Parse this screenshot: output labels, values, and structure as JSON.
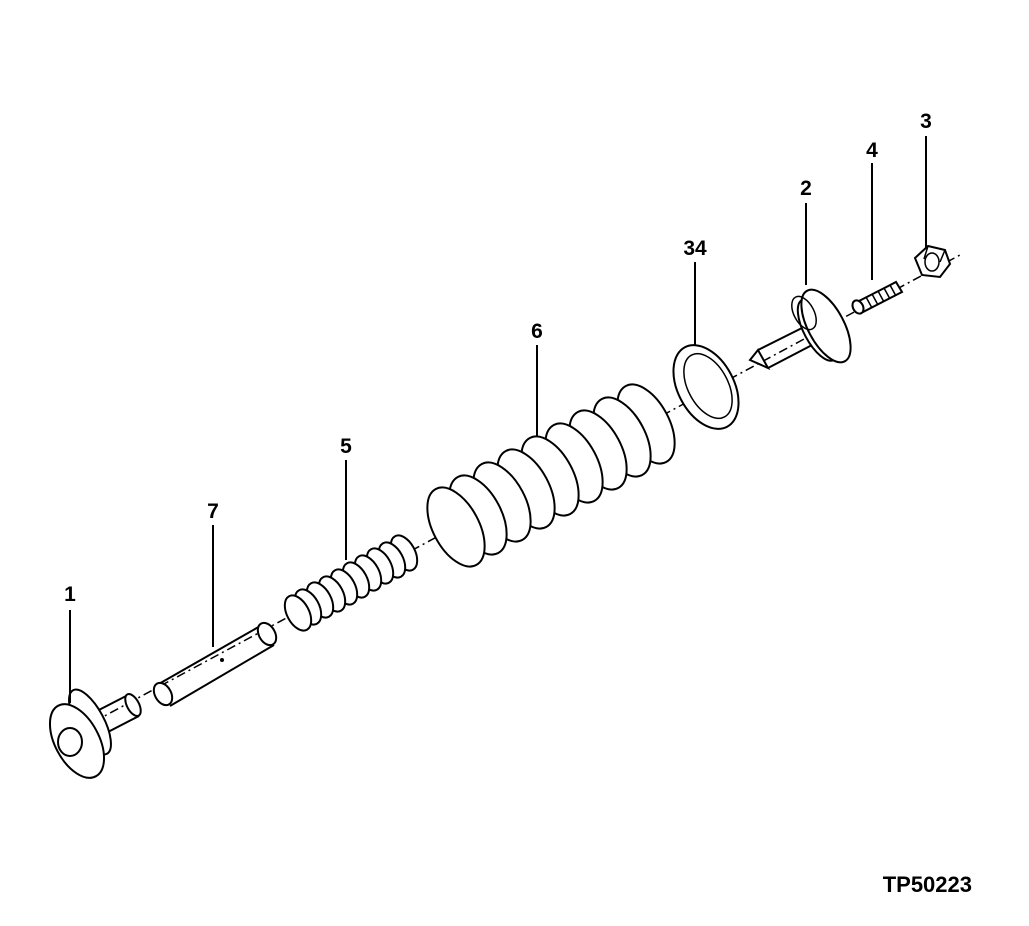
{
  "figure_id": "TP50223",
  "callouts": [
    {
      "id": "1",
      "text": "1"
    },
    {
      "id": "7",
      "text": "7"
    },
    {
      "id": "5",
      "text": "5"
    },
    {
      "id": "6",
      "text": "6"
    },
    {
      "id": "34",
      "text": "34"
    },
    {
      "id": "2",
      "text": "2"
    },
    {
      "id": "4",
      "text": "4"
    },
    {
      "id": "3",
      "text": "3"
    }
  ],
  "colors": {
    "line": "#000000",
    "background": "#ffffff"
  }
}
